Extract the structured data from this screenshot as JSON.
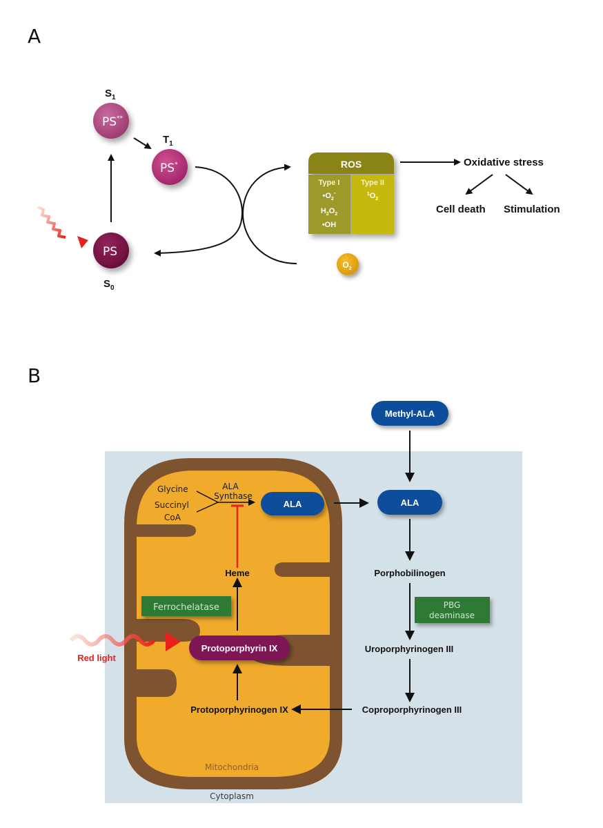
{
  "panel_a": {
    "letter": "A",
    "nodes": {
      "s1": {
        "label": "PS",
        "sup": "**",
        "state": "S",
        "state_sub": "1",
        "color": "#b0447e"
      },
      "t1": {
        "label": "PS",
        "sup": "*",
        "state": "T",
        "state_sub": "1",
        "color": "#b8307a"
      },
      "s0": {
        "label": "PS",
        "sup": "",
        "state": "S",
        "state_sub": "0",
        "color": "#7d1548"
      }
    },
    "ros": {
      "title": "ROS",
      "type1": {
        "title": "Type I",
        "species": [
          "•O2-",
          "H2O2",
          "•OH"
        ]
      },
      "type2": {
        "title": "Type II",
        "species": [
          "1O2"
        ]
      },
      "header_color": "#8a8414",
      "type1_color": "#9d9a2c",
      "type2_color": "#c7b80e"
    },
    "oxygen": {
      "label": "O",
      "sub": "2",
      "color": "#e9a80a"
    },
    "outcomes": {
      "stress": "Oxidative stress",
      "cell_death": "Cell death",
      "stimulation": "Stimulation"
    }
  },
  "panel_b": {
    "letter": "B",
    "methyl_ala": "Methyl-ALA",
    "ala_inside": "ALA",
    "ala_outside": "ALA",
    "glycine": "Glycine",
    "succinyl": "Succinyl",
    "coa": "CoA",
    "ala_synthase_1": "ALA",
    "ala_synthase_2": "Synthase",
    "heme": "Heme",
    "ferrochelatase": "Ferrochelatase",
    "protoporphyrin": "Protoporphyrin IX",
    "protoporphyrinogen": "Protoporphyrinogen IX",
    "porphobilinogen": "Porphobilinogen",
    "pbg_1": "PBG",
    "pbg_2": "deaminase",
    "uroporphyrinogen": "Uroporphyrinogen III",
    "coproporphyrinogen": "Coproporphyrinogen III",
    "red_light": "Red light",
    "mitochondria": "Mitochondria",
    "cytoplasm": "Cytoplasm",
    "colors": {
      "cytoplasm_bg": "#d5e1e8",
      "membrane": "#7d5330",
      "matrix": "#f0aa2c",
      "ala_blue": "#0f4d9a",
      "enzyme_green": "#2e7a35",
      "ppix_purple": "#7e1457",
      "inhibit_red": "#e8211c",
      "light_red": "#e8201c"
    }
  }
}
